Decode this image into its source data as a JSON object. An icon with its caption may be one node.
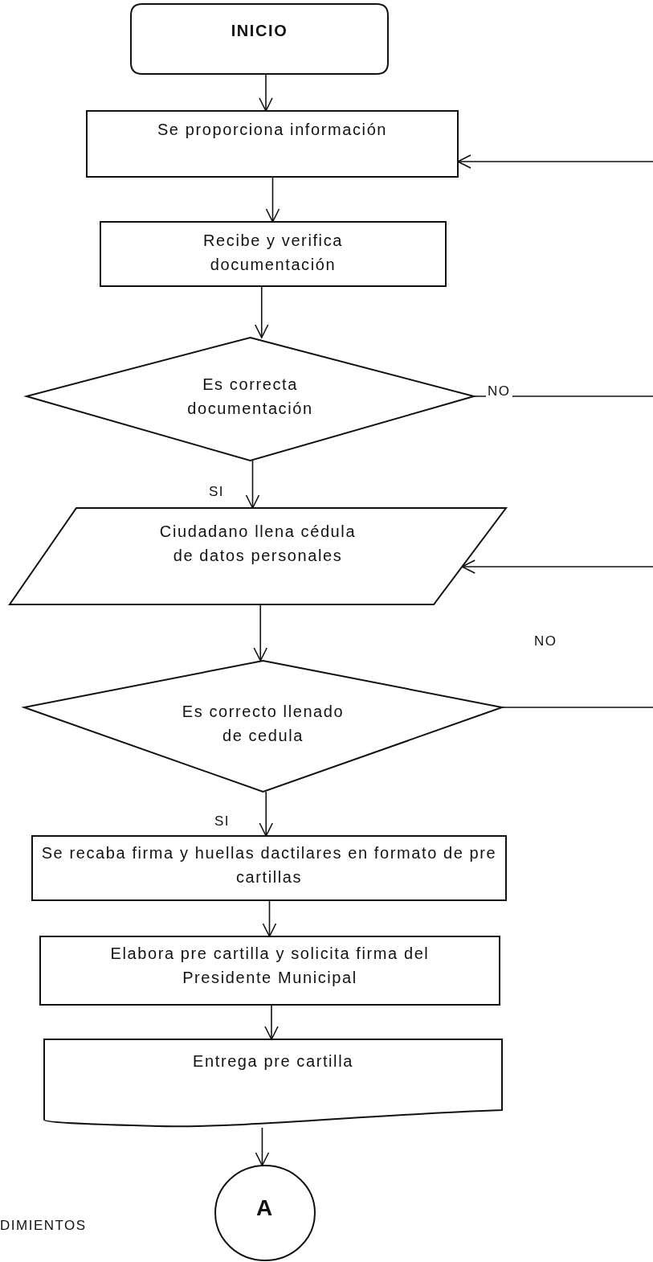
{
  "diagram": {
    "nodes": [
      {
        "text": [
          "INICIO"
        ]
      },
      {
        "text": [
          "Se proporciona información"
        ]
      },
      {
        "text": [
          "Recibe y verifica documentación"
        ]
      },
      {
        "text": [
          "Es correcta documentación"
        ]
      },
      {
        "text": [
          "Ciudadano llena cédula de datos personales"
        ]
      },
      {
        "text": [
          "Es correcto llenado de cedula"
        ]
      },
      {
        "text": [
          "Se recaba firma y huellas dactilares en formato de pre cartillas"
        ]
      },
      {
        "text": [
          "Elabora pre cartilla y solicita firma del Presidente Municipal"
        ]
      },
      {
        "text": [
          "Entrega pre cartilla"
        ]
      },
      {
        "text": [
          "A"
        ]
      }
    ],
    "edges": [
      {
        "from": 0,
        "to": 1,
        "arrow": "to"
      },
      {
        "from": 1,
        "to": 2,
        "arrow": "to"
      },
      {
        "from": 2,
        "to": 3,
        "arrow": "to"
      },
      {
        "from": 3,
        "to": 4,
        "arrow": "to",
        "label": "SI"
      },
      {
        "from": 4,
        "to": 5,
        "arrow": "to"
      },
      {
        "from": 5,
        "to": 6,
        "arrow": "to",
        "label": "SI"
      },
      {
        "from": 6,
        "to": 7,
        "arrow": "to"
      },
      {
        "from": 7,
        "to": 8,
        "arrow": "to"
      },
      {
        "from": 8,
        "to": 9,
        "arrow": "to"
      },
      {
        "from": 3,
        "to": null,
        "arrow": "none",
        "label": "NO"
      },
      {
        "from": null,
        "to": 1,
        "arrow": "to"
      },
      {
        "from": 5,
        "to": null,
        "arrow": "none",
        "label": "NO"
      },
      {
        "from": null,
        "to": 4,
        "arrow": "to"
      }
    ],
    "labels": [
      "DIMIENTOS"
    ]
  }
}
